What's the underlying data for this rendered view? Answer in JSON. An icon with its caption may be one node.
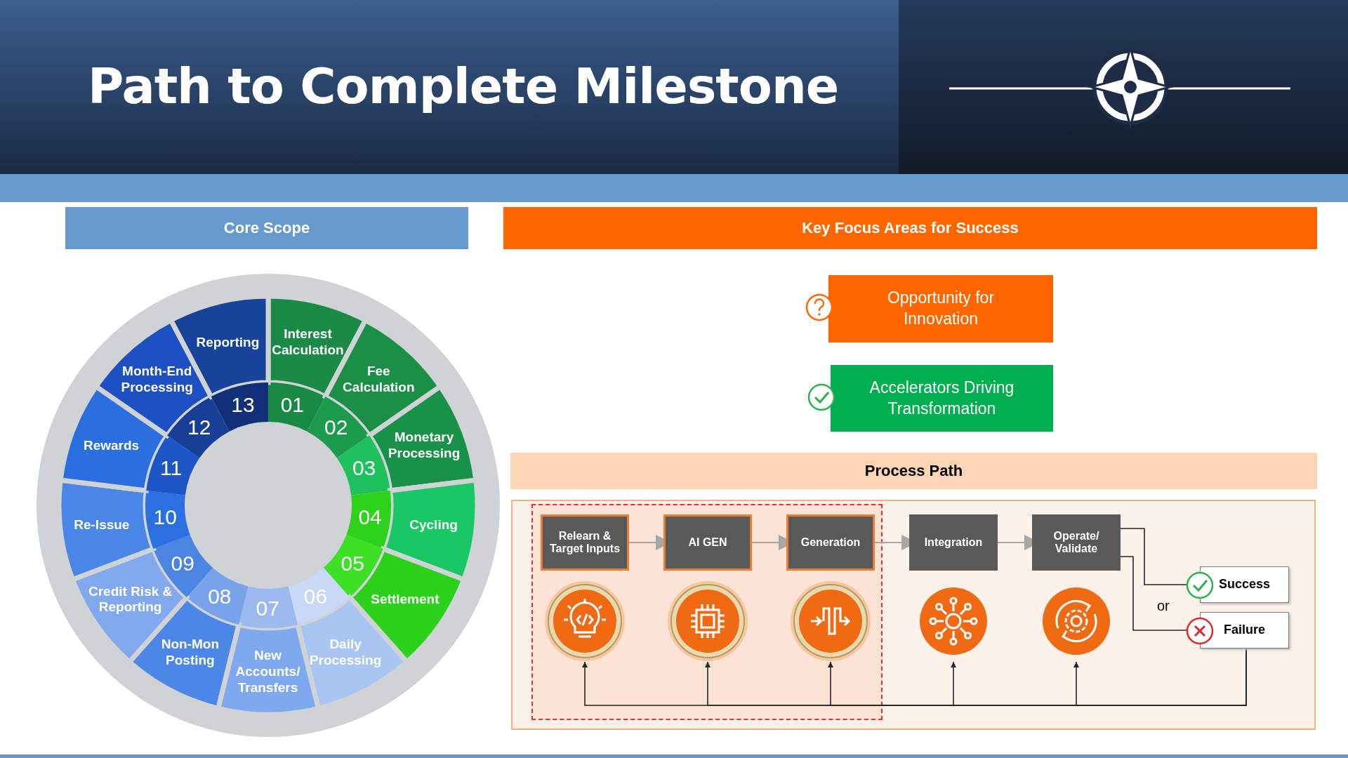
{
  "diagram": {
    "title": "Path to Complete Milestone",
    "nodes": [
      {
        "text": [
          "Core Scope"
        ]
      },
      {
        "text": [
          "Interest Calculation",
          "01"
        ]
      },
      {
        "text": [
          "Fee Calculation",
          "02"
        ]
      },
      {
        "text": [
          "Monetary Processing",
          "03"
        ]
      },
      {
        "text": [
          "04",
          "Cycling"
        ]
      },
      {
        "text": [
          "05",
          "Settlement"
        ]
      },
      {
        "text": [
          "06",
          "Daily Processing"
        ]
      },
      {
        "text": [
          "07",
          "New Accounts/ Transfers"
        ]
      },
      {
        "text": [
          "08",
          "Non-Mon Posting"
        ]
      },
      {
        "text": [
          "09",
          "Credit Risk & Reporting"
        ]
      },
      {
        "text": [
          "10",
          "Re-Issue"
        ]
      },
      {
        "text": [
          "Rewards",
          "11"
        ]
      },
      {
        "text": [
          "Month-End Processing",
          "12"
        ]
      },
      {
        "text": [
          "Reporting",
          "13"
        ]
      },
      {
        "text": [
          "Key Focus Areas for Success"
        ]
      },
      {
        "text": [
          "Opportunity for Innovation"
        ]
      },
      {
        "text": [
          "Accelerators Driving Transformation"
        ]
      },
      {
        "text": [
          "Process Path"
        ]
      },
      {
        "text": [
          "Relearn & Target Inputs"
        ]
      },
      {
        "text": [
          "AI GEN"
        ]
      },
      {
        "text": [
          "Generation"
        ]
      },
      {
        "text": [
          "Integration"
        ]
      },
      {
        "text": [
          "Operate/ Validate"
        ]
      },
      {
        "text": [],
        "shape": "circle"
      },
      {
        "text": [],
        "shape": "circle"
      },
      {
        "text": [],
        "shape": "circle"
      },
      {
        "text": [],
        "shape": "circle"
      },
      {
        "text": [],
        "shape": "circle"
      },
      {
        "text": [
          "Success"
        ]
      },
      {
        "text": [
          "Failure"
        ]
      }
    ],
    "edges": [
      {
        "from": 18,
        "to": 19,
        "arrow": "to",
        "color": "#a6a6a6"
      },
      {
        "from": 19,
        "to": 20,
        "arrow": "to",
        "color": "#a6a6a6"
      },
      {
        "from": 20,
        "to": 21,
        "arrow": "to",
        "color": "#a6a6a6"
      },
      {
        "from": 21,
        "to": 22,
        "arrow": "to",
        "color": "#a6a6a6"
      },
      {
        "from": 22,
        "to": 28,
        "arrow": "to"
      },
      {
        "from": 22,
        "to": 29,
        "arrow": "to"
      },
      {
        "from": 29,
        "to": 23,
        "arrow": "to"
      },
      {
        "from": 29,
        "to": 24,
        "arrow": "to"
      },
      {
        "from": 29,
        "to": 25,
        "arrow": "to"
      },
      {
        "from": 29,
        "to": 26,
        "arrow": "to"
      },
      {
        "from": 29,
        "to": 27,
        "arrow": "to"
      }
    ],
    "labels": [
      "or"
    ]
  }
}
